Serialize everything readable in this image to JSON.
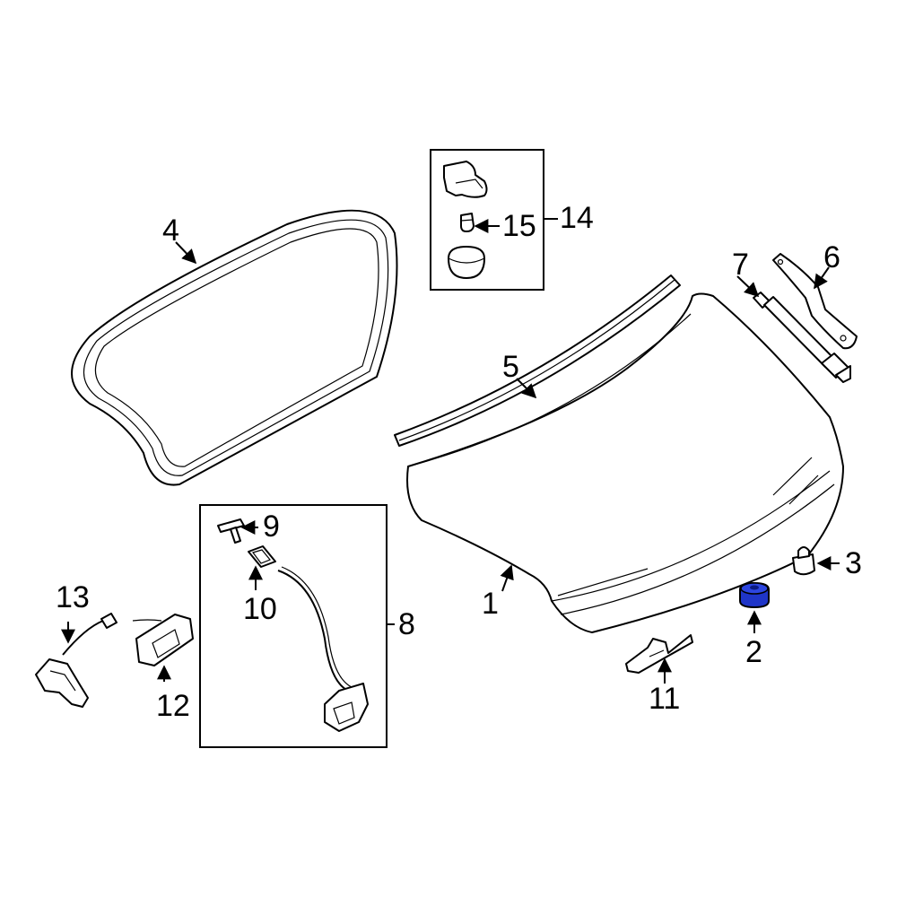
{
  "callouts": {
    "c1": "1",
    "c2": "2",
    "c3": "3",
    "c4": "4",
    "c5": "5",
    "c6": "6",
    "c7": "7",
    "c8": "8",
    "c9": "9",
    "c10": "10",
    "c11": "11",
    "c12": "12",
    "c13": "13",
    "c14": "14",
    "c15": "15"
  },
  "colors": {
    "highlight": "#1f35c8",
    "line": "#000000",
    "background": "#ffffff"
  }
}
